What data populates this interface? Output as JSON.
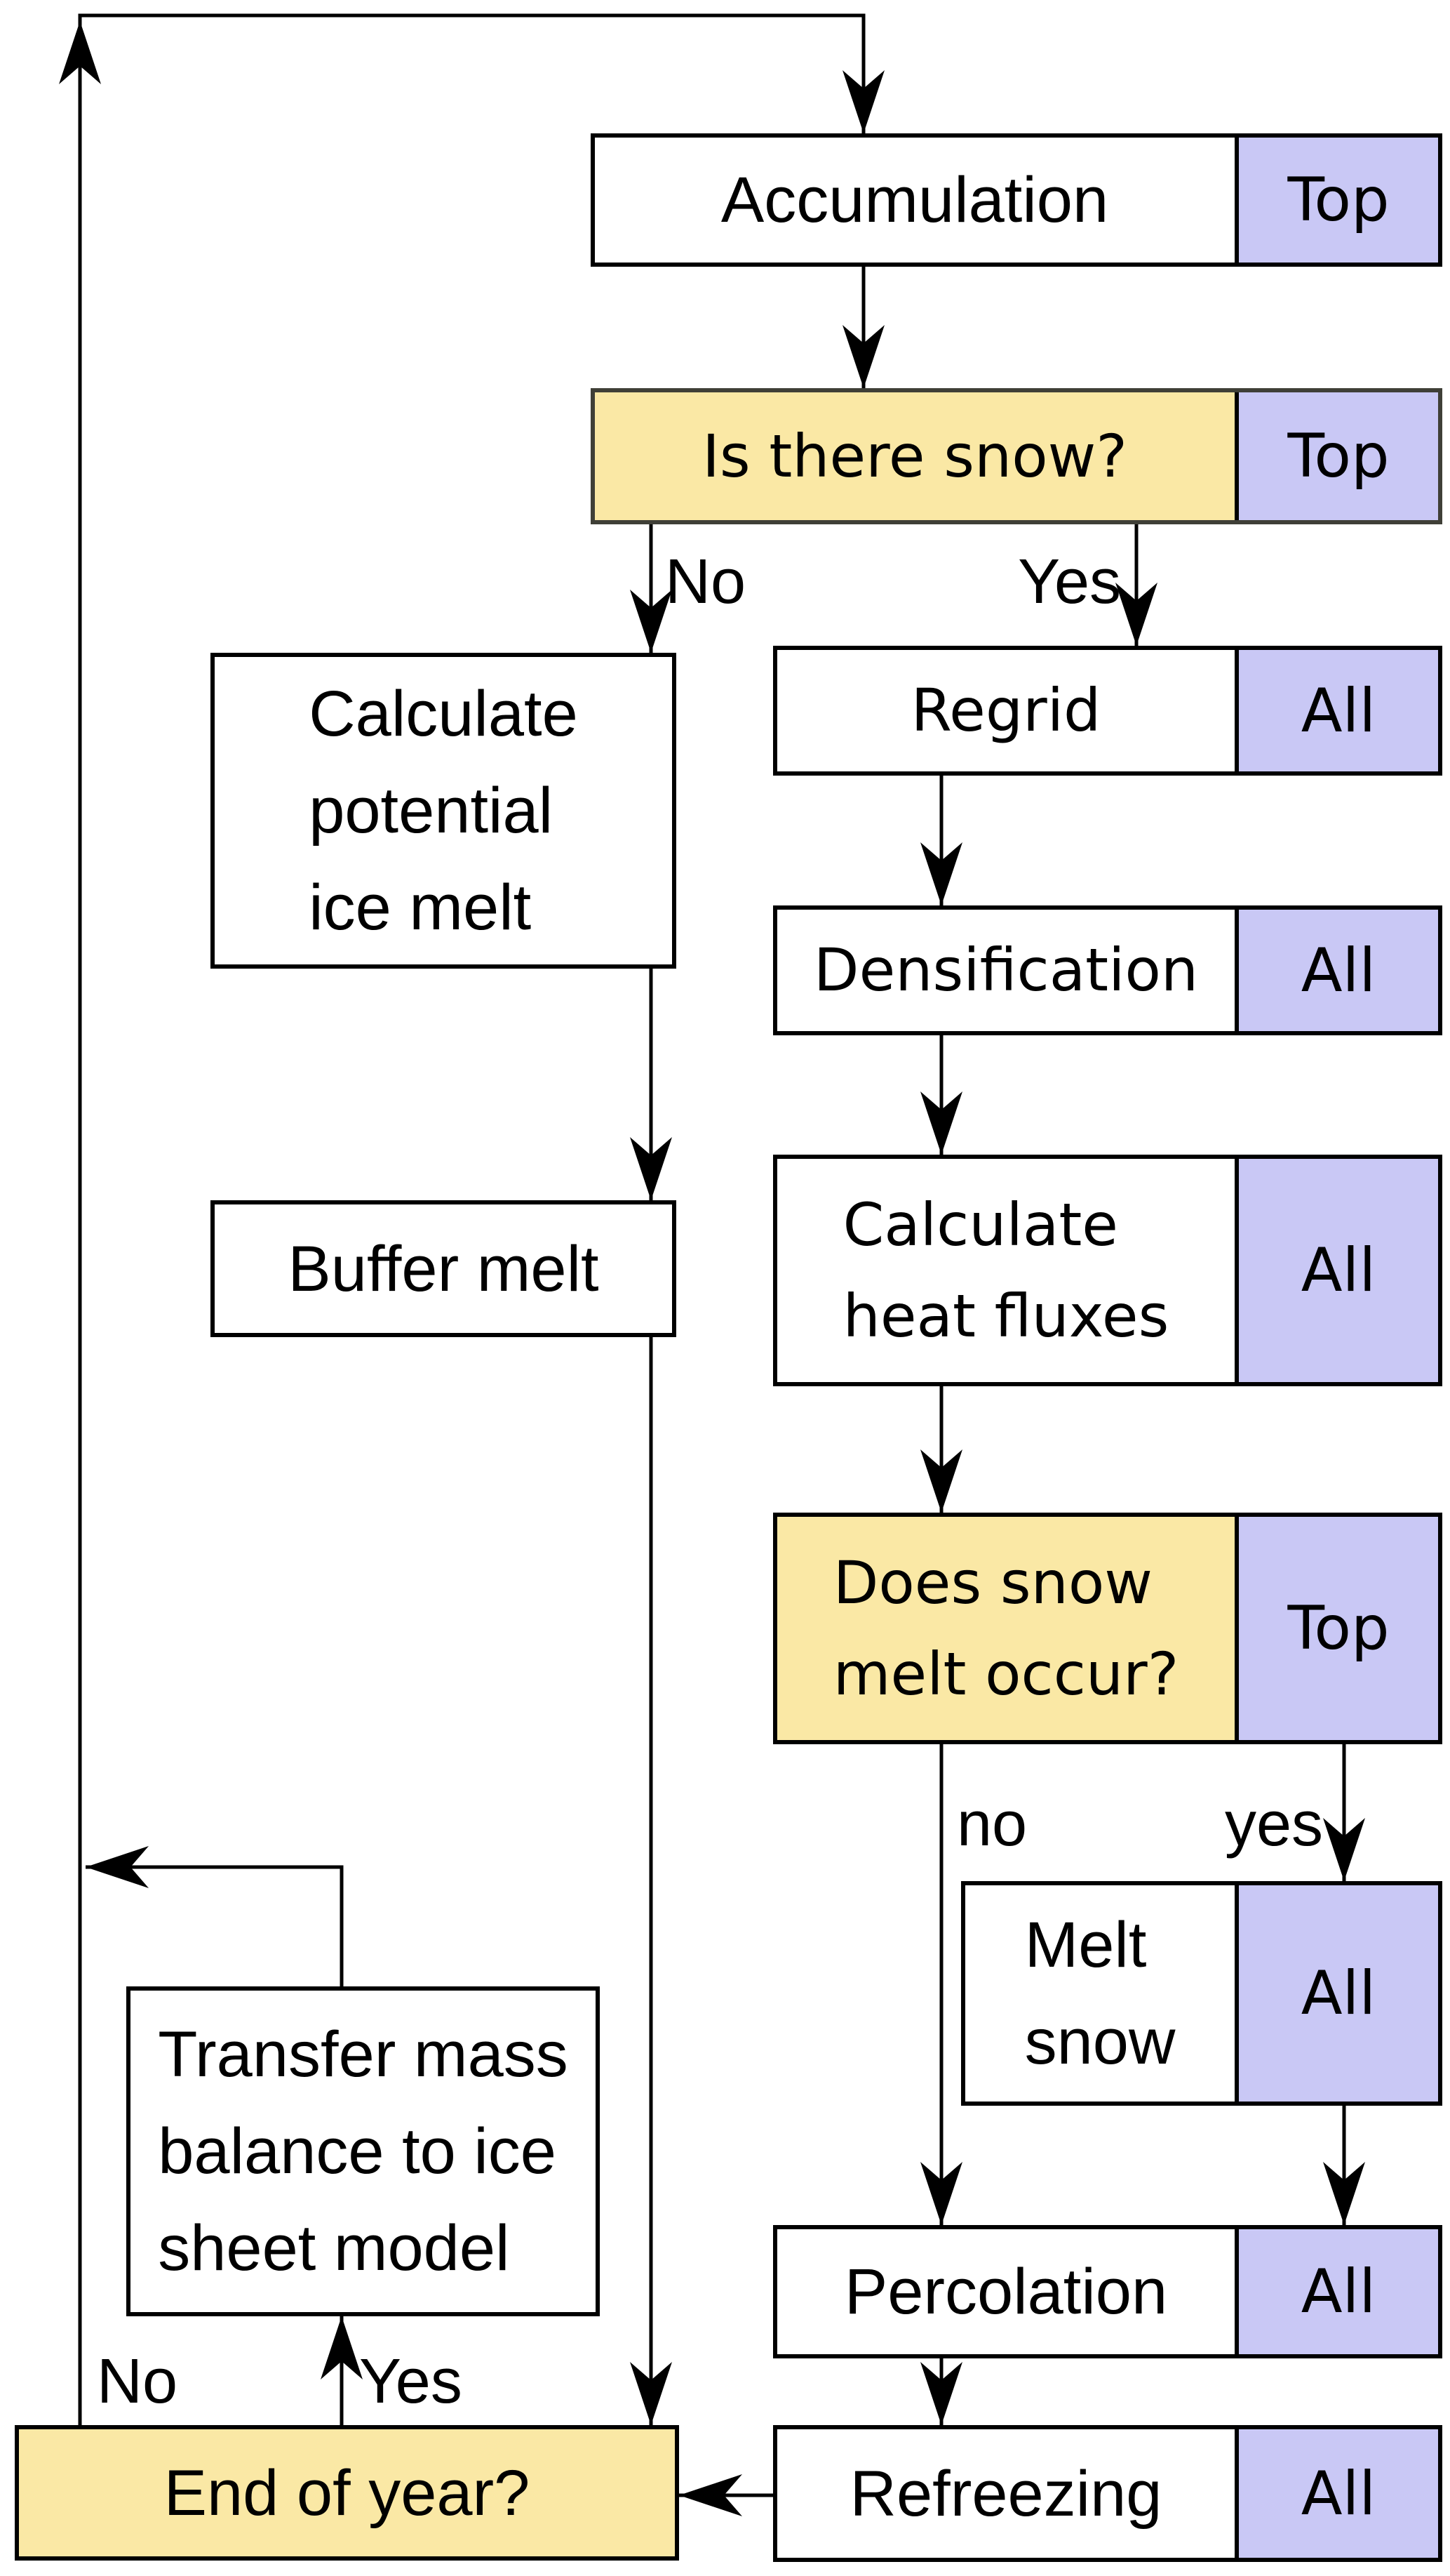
{
  "diagram": {
    "type": "flowchart",
    "colors": {
      "decision_fill": "#fae8a5",
      "tag_fill": "#c9c8f5",
      "process_fill": "#ffffff",
      "line": "#000000"
    },
    "nodes": {
      "accumulation": {
        "label": "Accumulation",
        "tag": "Top"
      },
      "is_there_snow": {
        "label": "Is there snow?",
        "tag": "Top"
      },
      "calc_potential_ice_melt": {
        "label": "Calculate\npotential\nice melt"
      },
      "regrid": {
        "label": "Regrid",
        "tag": "All"
      },
      "densification": {
        "label": "Densification",
        "tag": "All"
      },
      "calc_heat_fluxes": {
        "label": "Calculate\nheat fluxes",
        "tag": "All"
      },
      "does_snow_melt_occur": {
        "label": "Does snow\nmelt occur?",
        "tag": "Top"
      },
      "buffer_melt": {
        "label": "Buffer melt"
      },
      "melt_snow": {
        "label": "Melt\nsnow",
        "tag": "All"
      },
      "percolation": {
        "label": "Percolation",
        "tag": "All"
      },
      "refreezing": {
        "label": "Refreezing",
        "tag": "All"
      },
      "end_of_year": {
        "label": "End of year?"
      },
      "transfer_mass_balance": {
        "label": "Transfer mass\nbalance to ice\nsheet model"
      }
    },
    "edge_labels": {
      "snow_no": "No",
      "snow_yes": "Yes",
      "melt_no": "no",
      "melt_yes": "yes",
      "year_no": "No",
      "year_yes": "Yes"
    }
  }
}
